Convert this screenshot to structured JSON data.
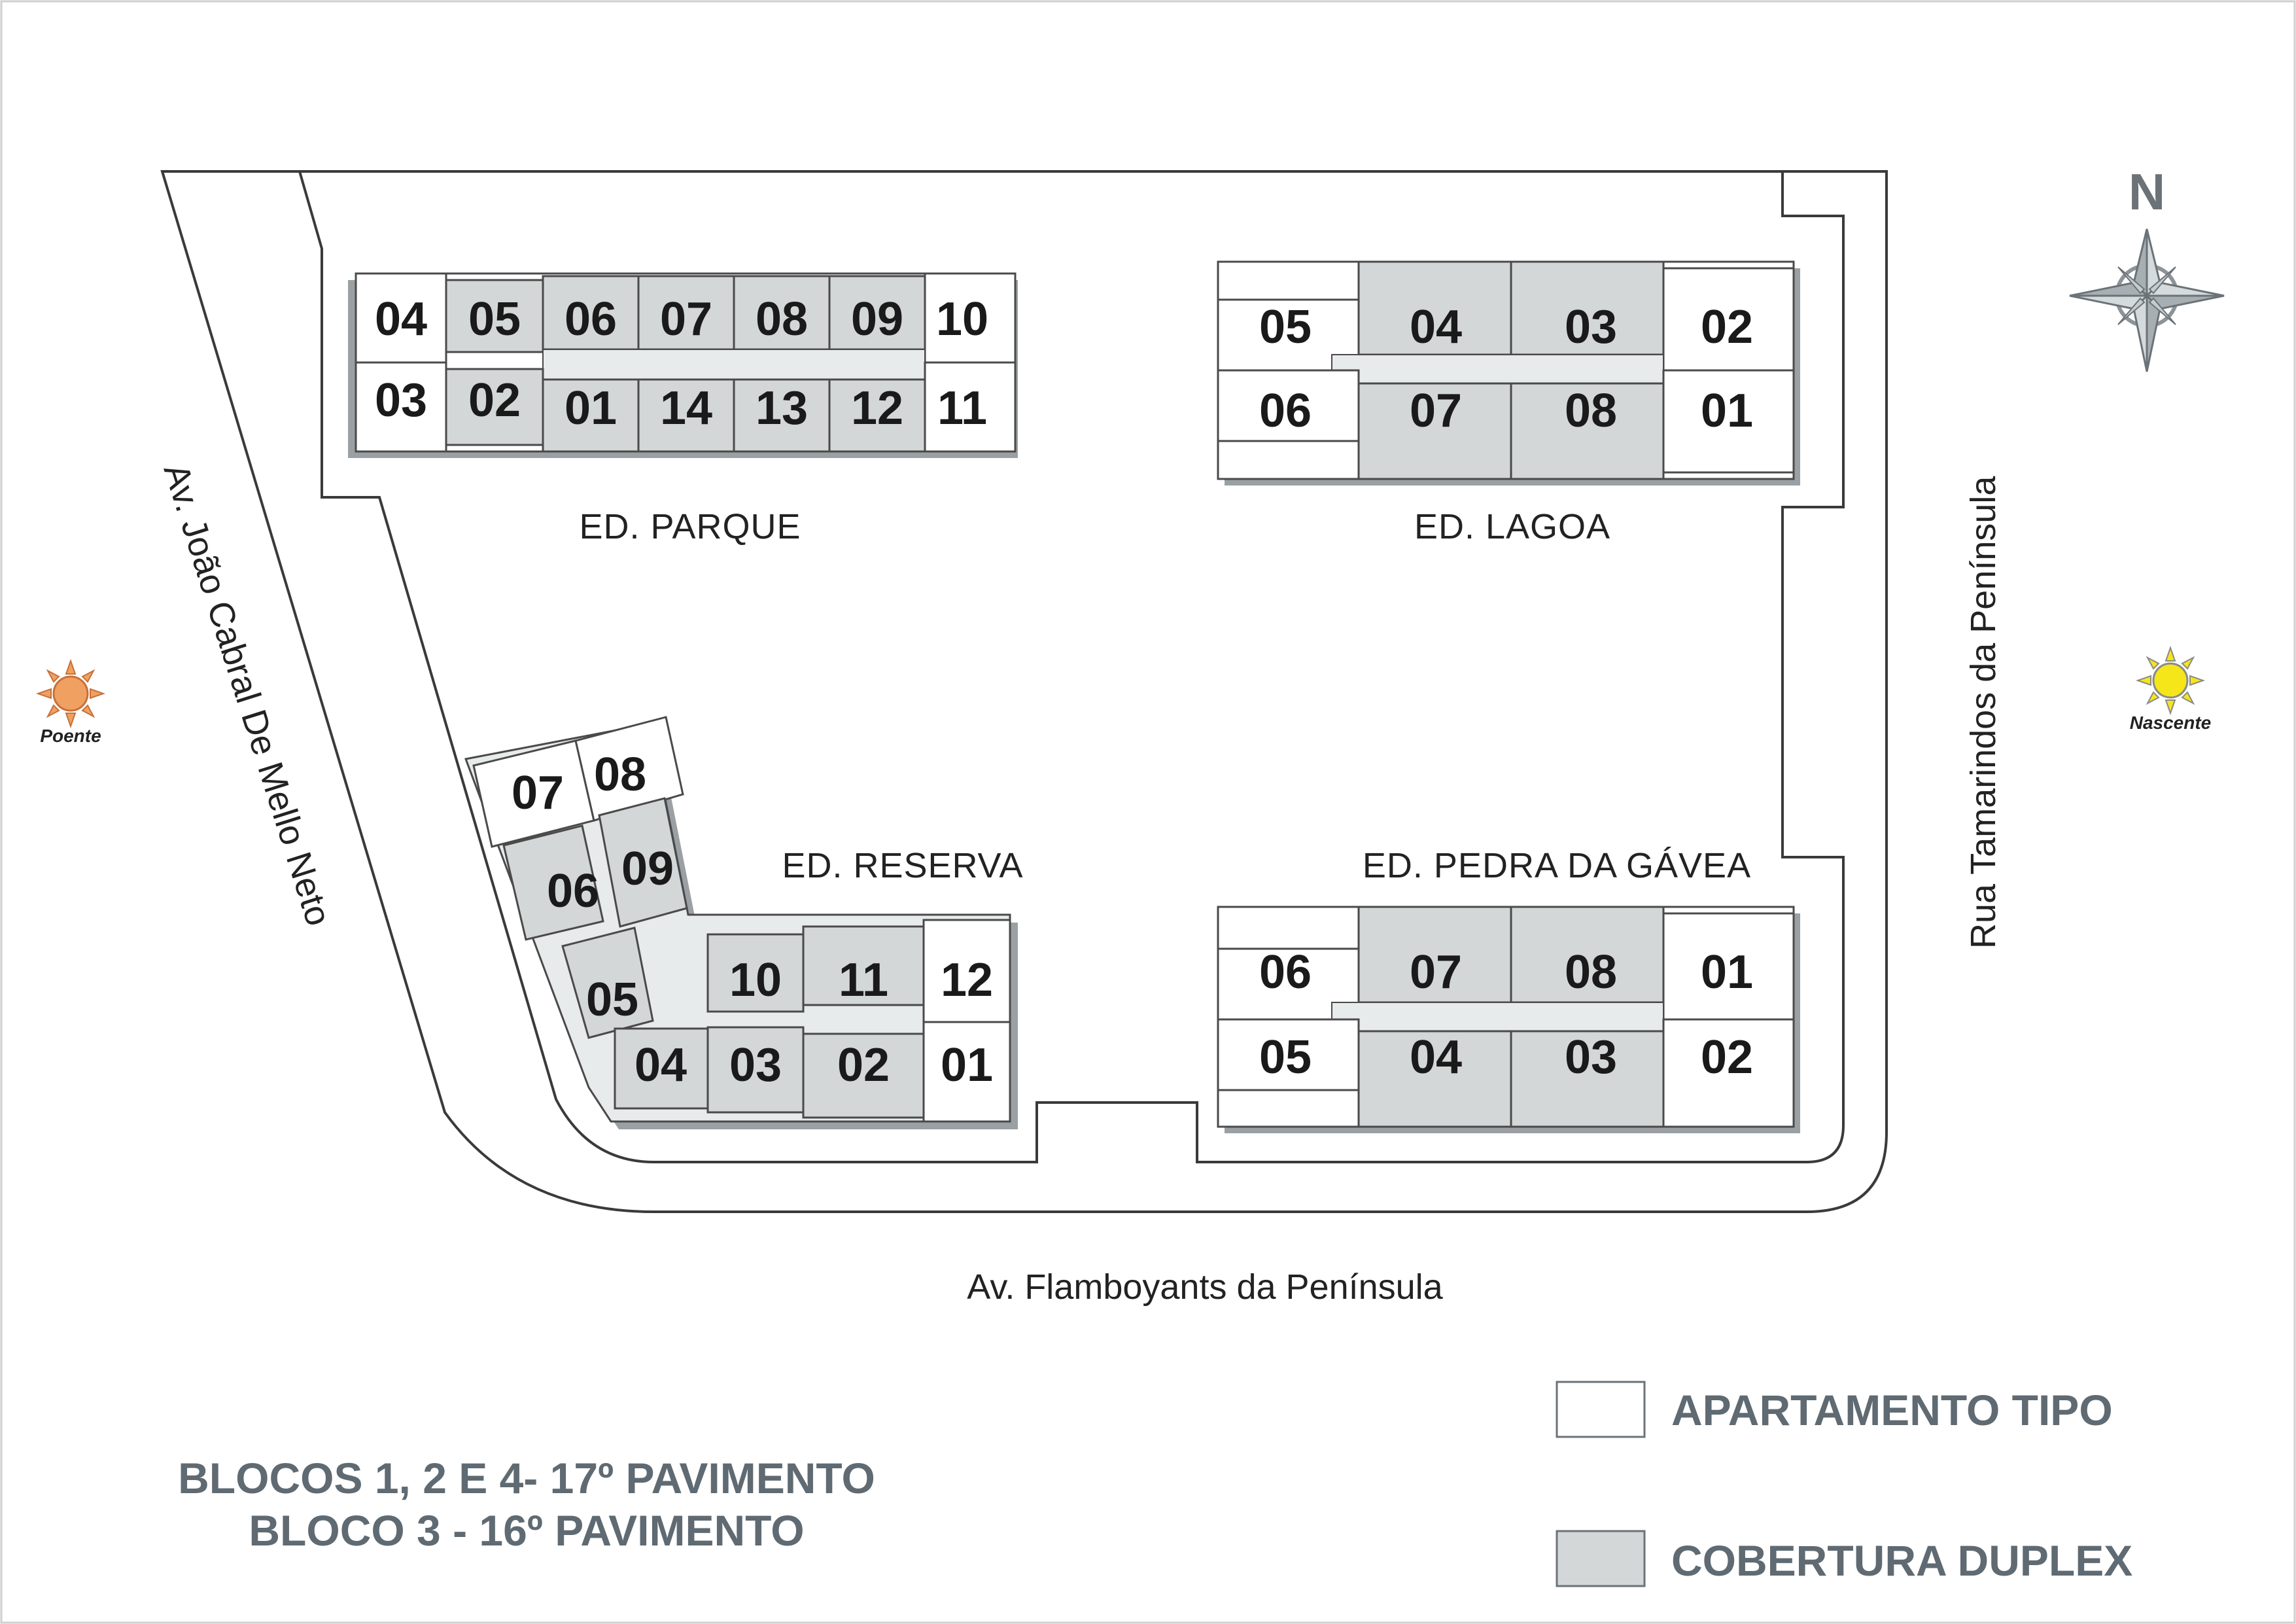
{
  "colors": {
    "tipo": "#ffffff",
    "duplex": "#d3d7d7",
    "corridor": "#e8ebeb",
    "outline": "#4a4a4a",
    "shadow": "#9aa0a3",
    "text_dark": "#1a1a1a",
    "text_gray": "#5f6a72",
    "sun_west": "#f0a060",
    "sun_east": "#f5e61a"
  },
  "streets": {
    "west": "Av. João Cabral De Mello Neto",
    "east": "Rua Tamarindos da Península",
    "south": "Av. Flamboyants da Península"
  },
  "compass": {
    "label": "N",
    "icon": "compass-rose-icon"
  },
  "sun": {
    "west": {
      "label": "Poente",
      "icon": "sun-icon"
    },
    "east": {
      "label": "Nascente",
      "icon": "sun-icon"
    }
  },
  "buildings": {
    "parque": {
      "name": "ED. PARQUE",
      "units": [
        {
          "label": "04",
          "type": "tipo"
        },
        {
          "label": "05",
          "type": "duplex"
        },
        {
          "label": "06",
          "type": "duplex"
        },
        {
          "label": "07",
          "type": "duplex"
        },
        {
          "label": "08",
          "type": "duplex"
        },
        {
          "label": "09",
          "type": "duplex"
        },
        {
          "label": "10",
          "type": "tipo"
        },
        {
          "label": "03",
          "type": "tipo"
        },
        {
          "label": "02",
          "type": "duplex"
        },
        {
          "label": "01",
          "type": "duplex"
        },
        {
          "label": "14",
          "type": "duplex"
        },
        {
          "label": "13",
          "type": "duplex"
        },
        {
          "label": "12",
          "type": "duplex"
        },
        {
          "label": "11",
          "type": "tipo"
        }
      ]
    },
    "lagoa": {
      "name": "ED. LAGOA",
      "units": [
        {
          "label": "05",
          "type": "tipo"
        },
        {
          "label": "04",
          "type": "duplex"
        },
        {
          "label": "03",
          "type": "duplex"
        },
        {
          "label": "02",
          "type": "tipo"
        },
        {
          "label": "06",
          "type": "tipo"
        },
        {
          "label": "07",
          "type": "duplex"
        },
        {
          "label": "08",
          "type": "duplex"
        },
        {
          "label": "01",
          "type": "tipo"
        }
      ]
    },
    "reserva": {
      "name": "ED. RESERVA",
      "units": [
        {
          "label": "07",
          "type": "tipo"
        },
        {
          "label": "08",
          "type": "tipo"
        },
        {
          "label": "06",
          "type": "duplex"
        },
        {
          "label": "09",
          "type": "duplex"
        },
        {
          "label": "05",
          "type": "duplex"
        },
        {
          "label": "10",
          "type": "duplex"
        },
        {
          "label": "11",
          "type": "duplex"
        },
        {
          "label": "12",
          "type": "tipo"
        },
        {
          "label": "04",
          "type": "duplex"
        },
        {
          "label": "03",
          "type": "duplex"
        },
        {
          "label": "02",
          "type": "duplex"
        },
        {
          "label": "01",
          "type": "tipo"
        }
      ]
    },
    "pedra": {
      "name": "ED. PEDRA DA GÁVEA",
      "units": [
        {
          "label": "06",
          "type": "tipo"
        },
        {
          "label": "07",
          "type": "duplex"
        },
        {
          "label": "08",
          "type": "duplex"
        },
        {
          "label": "01",
          "type": "tipo"
        },
        {
          "label": "05",
          "type": "tipo"
        },
        {
          "label": "04",
          "type": "duplex"
        },
        {
          "label": "03",
          "type": "duplex"
        },
        {
          "label": "02",
          "type": "tipo"
        }
      ]
    }
  },
  "legend": {
    "tipo": "APARTAMENTO TIPO",
    "duplex": "COBERTURA DUPLEX"
  },
  "footer": {
    "line1": "BLOCOS 1, 2 E 4- 17º PAVIMENTO",
    "line2": "BLOCO 3 - 16º PAVIMENTO"
  }
}
